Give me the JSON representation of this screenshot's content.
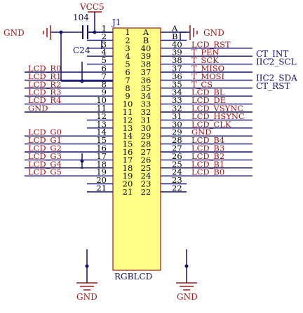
{
  "component": {
    "ref": "J1",
    "name": "RGBLCD",
    "side_a": "A",
    "side_b": "B",
    "colors": {
      "body": "#ffff88",
      "outline": "#a01818",
      "wire": "#101070",
      "net": "#a01818",
      "text": "#000000"
    }
  },
  "power": {
    "vcc": "VCC5",
    "gnd": "GND"
  },
  "capacitor": {
    "value": "104",
    "ref": "C24"
  },
  "left_pins": [
    {
      "num": "1",
      "net": ""
    },
    {
      "num": "2",
      "net": ""
    },
    {
      "num": "3",
      "net": ""
    },
    {
      "num": "4",
      "net": ""
    },
    {
      "num": "5",
      "net": ""
    },
    {
      "num": "6",
      "net": "LCD_R0"
    },
    {
      "num": "7",
      "net": "LCD_R1"
    },
    {
      "num": "8",
      "net": "LCD_R2"
    },
    {
      "num": "9",
      "net": "LCD_R3"
    },
    {
      "num": "10",
      "net": "LCD_R4"
    },
    {
      "num": "11",
      "net": "GND"
    },
    {
      "num": "12",
      "net": ""
    },
    {
      "num": "13",
      "net": ""
    },
    {
      "num": "14",
      "net": "LCD_G0"
    },
    {
      "num": "15",
      "net": "LCD_G1"
    },
    {
      "num": "16",
      "net": "LCD_G2"
    },
    {
      "num": "17",
      "net": "LCD_G3"
    },
    {
      "num": "18",
      "net": "LCD_G4"
    },
    {
      "num": "19",
      "net": "LCD_G5"
    },
    {
      "num": "20",
      "net": ""
    },
    {
      "num": "21",
      "net": ""
    }
  ],
  "right_pins": [
    {
      "num": "A",
      "net": ""
    },
    {
      "num": "B",
      "net": ""
    },
    {
      "num": "40",
      "net": "LCD_RST"
    },
    {
      "num": "39",
      "net": "T_PEN"
    },
    {
      "num": "38",
      "net": "T_SCK"
    },
    {
      "num": "37",
      "net": "T_MISO"
    },
    {
      "num": "36",
      "net": "T_MOSI"
    },
    {
      "num": "35",
      "net": "T_CS"
    },
    {
      "num": "34",
      "net": "LCD_BL"
    },
    {
      "num": "33",
      "net": "LCD_DE"
    },
    {
      "num": "32",
      "net": "LCD_VSYNC"
    },
    {
      "num": "31",
      "net": "LCD_HSYNC"
    },
    {
      "num": "30",
      "net": "LCD_CLK"
    },
    {
      "num": "29",
      "net": "GND"
    },
    {
      "num": "28",
      "net": "LCD_B4"
    },
    {
      "num": "27",
      "net": "LCD_B3"
    },
    {
      "num": "26",
      "net": "LCD_B2"
    },
    {
      "num": "25",
      "net": "LCD_B1"
    },
    {
      "num": "24",
      "net": "LCD_B0"
    },
    {
      "num": "23",
      "net": ""
    },
    {
      "num": "22",
      "net": ""
    }
  ],
  "inside_left": [
    "1",
    "2",
    "3",
    "4",
    "5",
    "6",
    "7",
    "8",
    "9",
    "10",
    "11",
    "12",
    "13",
    "14",
    "15",
    "16",
    "17",
    "18",
    "19",
    "20",
    "21"
  ],
  "inside_right": [
    "A",
    "B",
    "40",
    "39",
    "38",
    "37",
    "36",
    "35",
    "34",
    "33",
    "32",
    "31",
    "30",
    "29",
    "28",
    "27",
    "26",
    "25",
    "24",
    "23",
    "22"
  ],
  "side_labels": [
    {
      "text": "CT_INT",
      "pin": "39"
    },
    {
      "text": "IIC2_SCL",
      "pin": "38"
    },
    {
      "text": "IIC2_SDA",
      "pin": "36"
    },
    {
      "text": "CT_RST",
      "pin": "35"
    }
  ]
}
